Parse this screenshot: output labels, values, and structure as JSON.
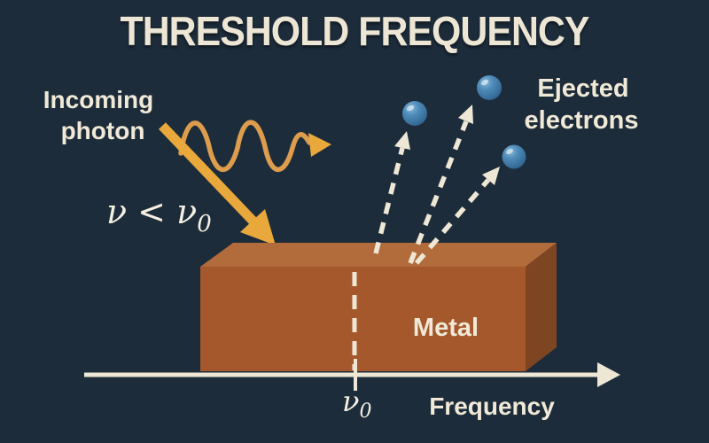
{
  "title": "THRESHOLD FREQUENCY",
  "incoming_photon": {
    "line1": "Incoming",
    "line2": "photon"
  },
  "condition": {
    "main": "ν < ν",
    "sub": "0"
  },
  "ejected_electrons": {
    "line1": "Ejected",
    "line2": "electrons"
  },
  "metal_label": "Metal",
  "axis": {
    "nu_base": "ν",
    "nu_sub": "0",
    "axis_label": "Frequency"
  },
  "colors": {
    "background": "#1d2c3a",
    "text_cream": "#f0e9d8",
    "photon_orange": "#e9a83b",
    "wave_orange": "#dd9d4c",
    "block_front": "#a4582b",
    "block_top": "#b26b3a",
    "block_side": "#7e4522",
    "electron_blue": "#3e7bab",
    "electron_highlight": "#85b7d8",
    "dashed_cream": "#efe7d6"
  },
  "icons": {
    "photon-wave-icon": "sine-wave with right arrowhead",
    "photon-arrow-icon": "thick diagonal arrow",
    "ejected-arrow-icon": "dashed arrow with solid head",
    "electron-icon": "blue sphere",
    "axis-arrowhead-icon": "right-pointing triangle"
  }
}
